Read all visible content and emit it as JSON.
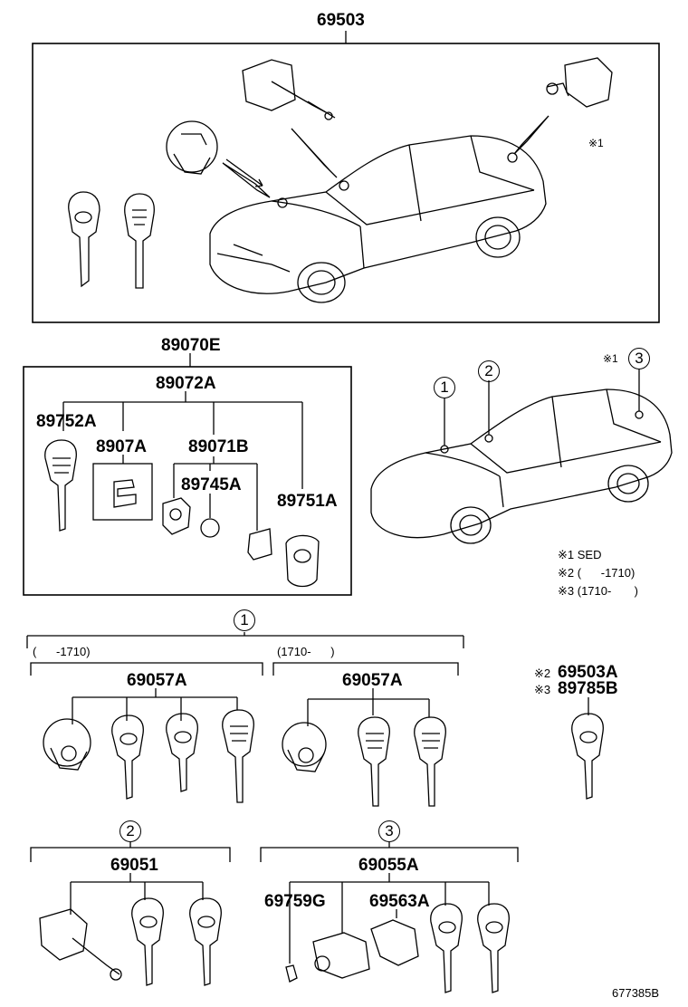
{
  "parts": {
    "p69503": "69503",
    "p89070E": "89070E",
    "p89072A": "89072A",
    "p89752A": "89752A",
    "p8907A": "8907A",
    "p89071B": "89071B",
    "p89745A": "89745A",
    "p89751A": "89751A",
    "p69057A_1": "69057A",
    "p69057A_2": "69057A",
    "p69503A": "69503A",
    "p89785B": "89785B",
    "p69051": "69051",
    "p69055A": "69055A",
    "p69759G": "69759G",
    "p69563A": "69563A"
  },
  "markers": {
    "note1": "※1",
    "note2": "※2",
    "note3": "※3",
    "c1": "1",
    "c2": "2",
    "c3": "3"
  },
  "ranges": {
    "r1": "(      -1710)",
    "r2": "(1710-      )"
  },
  "legend": {
    "n1": "※1 SED",
    "n2": "※2 (      -1710)",
    "n3": "※3 (1710-       )"
  },
  "footer": {
    "code": "677385B"
  }
}
